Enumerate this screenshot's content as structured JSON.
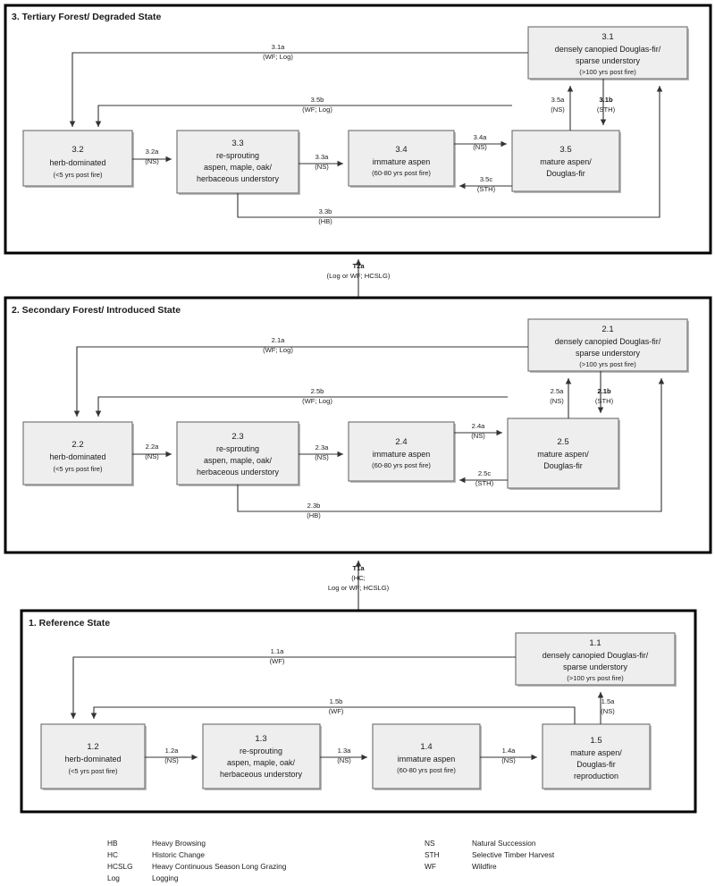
{
  "figure": {
    "type": "state-and-transition-diagram",
    "title": "Aspen / Douglas-fir State and Transition Model"
  },
  "panels": [
    {
      "id": "panel-3",
      "title": "3. Tertiary Forest/ Degraded State",
      "boxes": [
        {
          "key": "b31",
          "id": "3.1",
          "lines": [
            "densely canopied Douglas-fir/",
            "sparse understory"
          ],
          "sub": "(>100 yrs post fire)"
        },
        {
          "key": "b32",
          "id": "3.2",
          "lines": [
            "herb-dominated"
          ],
          "sub": "(<5 yrs post fire)"
        },
        {
          "key": "b33",
          "id": "3.3",
          "lines": [
            "re-sprouting",
            "aspen, maple, oak/",
            "herbaceous understory"
          ],
          "sub": ""
        },
        {
          "key": "b34",
          "id": "3.4",
          "lines": [
            "immature aspen"
          ],
          "sub": "(60-80 yrs post fire)"
        },
        {
          "key": "b35",
          "id": "3.5",
          "lines": [
            "mature aspen/",
            "Douglas-fir"
          ],
          "sub": ""
        }
      ],
      "edges": [
        {
          "key": "e31a",
          "code": "3.1a",
          "cause": "(WF; Log)",
          "bold": false
        },
        {
          "key": "e35b",
          "code": "3.5b",
          "cause": "(WF; Log)",
          "bold": false
        },
        {
          "key": "e32a",
          "code": "3.2a",
          "cause": "(NS)",
          "bold": false
        },
        {
          "key": "e33a",
          "code": "3.3a",
          "cause": "(NS)",
          "bold": false
        },
        {
          "key": "e34a",
          "code": "3.4a",
          "cause": "(NS)",
          "bold": false
        },
        {
          "key": "e35a",
          "code": "3.5a",
          "cause": "(NS)",
          "bold": false
        },
        {
          "key": "e31b",
          "code": "3.1b",
          "cause": "(STH)",
          "bold": true
        },
        {
          "key": "e35c",
          "code": "3.5c",
          "cause": "(STH)",
          "bold": false
        },
        {
          "key": "e33b",
          "code": "3.3b",
          "cause": "(HB)",
          "bold": false
        }
      ]
    },
    {
      "id": "panel-2",
      "title": "2. Secondary Forest/ Introduced State",
      "boxes": [
        {
          "key": "b21",
          "id": "2.1",
          "lines": [
            "densely canopied Douglas-fir/",
            "sparse understory"
          ],
          "sub": "(>100 yrs post fire)"
        },
        {
          "key": "b22",
          "id": "2.2",
          "lines": [
            "herb-dominated"
          ],
          "sub": "(<5 yrs post fire)"
        },
        {
          "key": "b23",
          "id": "2.3",
          "lines": [
            "re-sprouting",
            "aspen, maple, oak/",
            "herbaceous understory"
          ],
          "sub": ""
        },
        {
          "key": "b24",
          "id": "2.4",
          "lines": [
            "immature aspen"
          ],
          "sub": "(60-80 yrs post fire)"
        },
        {
          "key": "b25",
          "id": "2.5",
          "lines": [
            "mature aspen/",
            "Douglas-fir"
          ],
          "sub": ""
        }
      ],
      "edges": [
        {
          "key": "e21a",
          "code": "2.1a",
          "cause": "(WF; Log)",
          "bold": false
        },
        {
          "key": "e25b",
          "code": "2.5b",
          "cause": "(WF; Log)",
          "bold": false
        },
        {
          "key": "e22a",
          "code": "2.2a",
          "cause": "(NS)",
          "bold": false
        },
        {
          "key": "e23a",
          "code": "2.3a",
          "cause": "(NS)",
          "bold": false
        },
        {
          "key": "e24a",
          "code": "2.4a",
          "cause": "(NS)",
          "bold": false
        },
        {
          "key": "e25a",
          "code": "2.5a",
          "cause": "(NS)",
          "bold": false
        },
        {
          "key": "e21b",
          "code": "2.1b",
          "cause": "(STH)",
          "bold": true
        },
        {
          "key": "e25c",
          "code": "2.5c",
          "cause": "(STH)",
          "bold": false
        },
        {
          "key": "e23b",
          "code": "2.3b",
          "cause": "(HB)",
          "bold": false
        }
      ]
    },
    {
      "id": "panel-1",
      "title": "1. Reference State",
      "boxes": [
        {
          "key": "b11",
          "id": "1.1",
          "lines": [
            "densely canopied Douglas-fir/",
            "sparse understory"
          ],
          "sub": "(>100 yrs post fire)"
        },
        {
          "key": "b12",
          "id": "1.2",
          "lines": [
            "herb-dominated"
          ],
          "sub": "(<5 yrs post fire)"
        },
        {
          "key": "b13",
          "id": "1.3",
          "lines": [
            "re-sprouting",
            "aspen, maple, oak/",
            "herbaceous understory"
          ],
          "sub": ""
        },
        {
          "key": "b14",
          "id": "1.4",
          "lines": [
            "immature aspen"
          ],
          "sub": "(60-80 yrs post fire)"
        },
        {
          "key": "b15",
          "id": "1.5",
          "lines": [
            "mature aspen/",
            "Douglas-fir",
            "reproduction"
          ],
          "sub": ""
        }
      ],
      "edges": [
        {
          "key": "e11a",
          "code": "1.1a",
          "cause": "(WF)",
          "bold": false
        },
        {
          "key": "e15b",
          "code": "1.5b",
          "cause": "(WF)",
          "bold": false
        },
        {
          "key": "e12a",
          "code": "1.2a",
          "cause": "(NS)",
          "bold": false
        },
        {
          "key": "e13a",
          "code": "1.3a",
          "cause": "(NS)",
          "bold": false
        },
        {
          "key": "e14a",
          "code": "1.4a",
          "cause": "(NS)",
          "bold": false
        },
        {
          "key": "e15a",
          "code": "1.5a",
          "cause": "(NS)",
          "bold": false
        }
      ]
    }
  ],
  "transitions": [
    {
      "key": "T2a",
      "code": "T2a",
      "causes": [
        "(Log or WF; HCSLG)"
      ]
    },
    {
      "key": "T1a",
      "code": "T1a",
      "causes": [
        "(HC;",
        "Log or WF; HCSLG)"
      ]
    }
  ],
  "legend": {
    "left": [
      {
        "abbr": "HB",
        "def": "Heavy Browsing"
      },
      {
        "abbr": "HC",
        "def": "Historic Change"
      },
      {
        "abbr": "HCSLG",
        "def": "Heavy Continuous Season Long Grazing"
      },
      {
        "abbr": "Log",
        "def": "Logging"
      }
    ],
    "right": [
      {
        "abbr": "NS",
        "def": "Natural Succession"
      },
      {
        "abbr": "STH",
        "def": "Selective Timber Harvest"
      },
      {
        "abbr": "WF",
        "def": "Wildfire"
      }
    ]
  },
  "colors": {
    "box_fill": "#eeeeee",
    "box_stroke": "#777777",
    "panel_stroke": "#000000",
    "connector": "#333333",
    "background": "#ffffff"
  }
}
